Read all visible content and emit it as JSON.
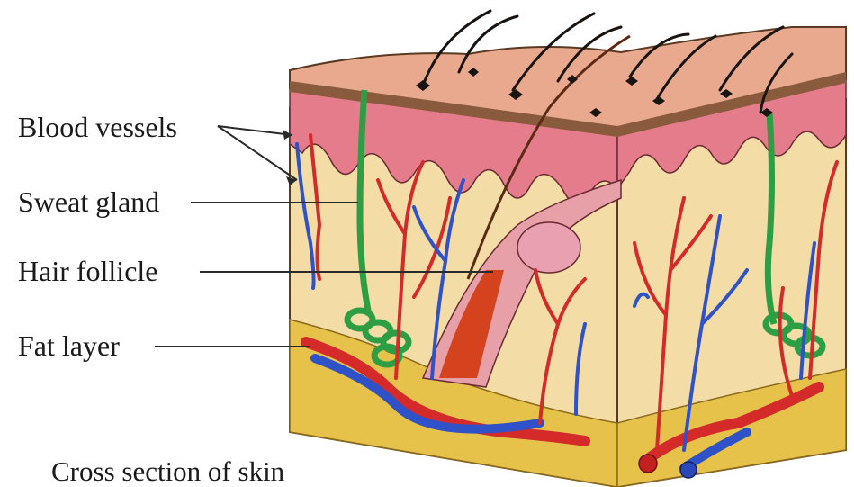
{
  "labels": {
    "blood_vessels": "Blood vessels",
    "sweat_gland": "Sweat gland",
    "hair_follicle": "Hair follicle",
    "fat_layer": "Fat layer"
  },
  "caption": "Cross section of skin",
  "colors": {
    "epidermis_top": "#e8a98c",
    "epidermis_band": "#8c5a3c",
    "dermis_pink": "#e07a8a",
    "dermis_tan": "#f4dfa8",
    "fat_yellow": "#e9c64a",
    "artery_red": "#d42a2a",
    "vein_blue": "#2f52c8",
    "gland_green": "#2e9e44",
    "hair_black": "#1a1410"
  }
}
